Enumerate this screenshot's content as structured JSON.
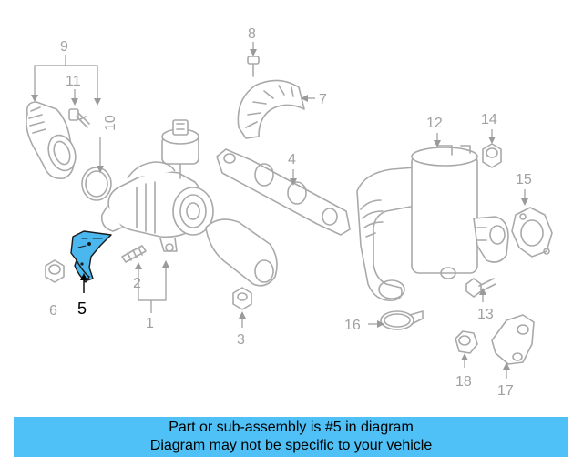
{
  "diagram": {
    "highlighted_part": "5",
    "colors": {
      "highlight": "#4ab8ee",
      "banner": "#4fc1f6",
      "lines": "#a9a9a9"
    },
    "callouts": [
      {
        "id": "1",
        "label": "1"
      },
      {
        "id": "2",
        "label": "2"
      },
      {
        "id": "3",
        "label": "3"
      },
      {
        "id": "4",
        "label": "4"
      },
      {
        "id": "5",
        "label": "5"
      },
      {
        "id": "6",
        "label": "6"
      },
      {
        "id": "7",
        "label": "7"
      },
      {
        "id": "8",
        "label": "8"
      },
      {
        "id": "9",
        "label": "9"
      },
      {
        "id": "10",
        "label": "10"
      },
      {
        "id": "11",
        "label": "11"
      },
      {
        "id": "12",
        "label": "12"
      },
      {
        "id": "13",
        "label": "13"
      },
      {
        "id": "14",
        "label": "14"
      },
      {
        "id": "15",
        "label": "15"
      },
      {
        "id": "16",
        "label": "16"
      },
      {
        "id": "17",
        "label": "17"
      },
      {
        "id": "18",
        "label": "18"
      }
    ]
  },
  "banner": {
    "line1": "Part or sub-assembly is #5 in diagram",
    "line2": "Diagram may not be specific to your vehicle"
  }
}
